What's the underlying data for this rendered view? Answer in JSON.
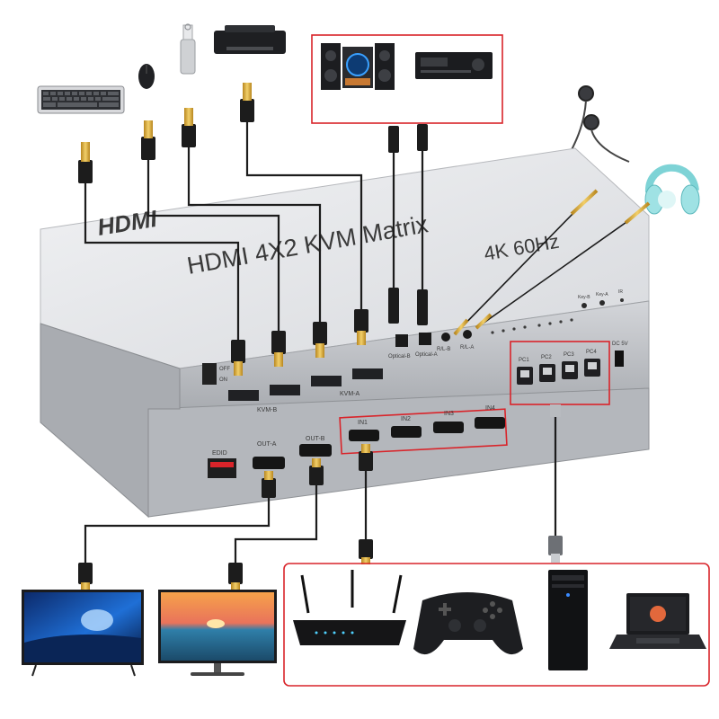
{
  "brand_logo": "HDMI",
  "product": {
    "title": "HDMI 4X2 KVM Matrix",
    "spec": "4K 60Hz"
  },
  "ports": {
    "power_off": "OFF",
    "power_on": "ON",
    "kvm_b": "KVM-B",
    "kvm_a": "KVM-A",
    "optical_b": "Optical-B",
    "optical_a": "Optical-A",
    "rl_b": "R/L-B",
    "rl_a": "R/L-A",
    "key_b": "Key-B",
    "key_a": "Key-A",
    "ir": "IR",
    "dc": "DC 5V",
    "pc1": "PC1",
    "pc2": "PC2",
    "pc3": "PC3",
    "pc4": "PC4",
    "edid": "EDID",
    "out_a": "OUT-A",
    "out_b": "OUT-B",
    "in1": "IN1",
    "in2": "IN2",
    "in3": "IN3",
    "in4": "IN4"
  },
  "colors": {
    "chassis_top": "#e4e5e8",
    "chassis_front": "#c9cbcf",
    "highlight_box": "#d9242a",
    "cable": "#1c1c1c",
    "gold": "#d4a83a"
  }
}
